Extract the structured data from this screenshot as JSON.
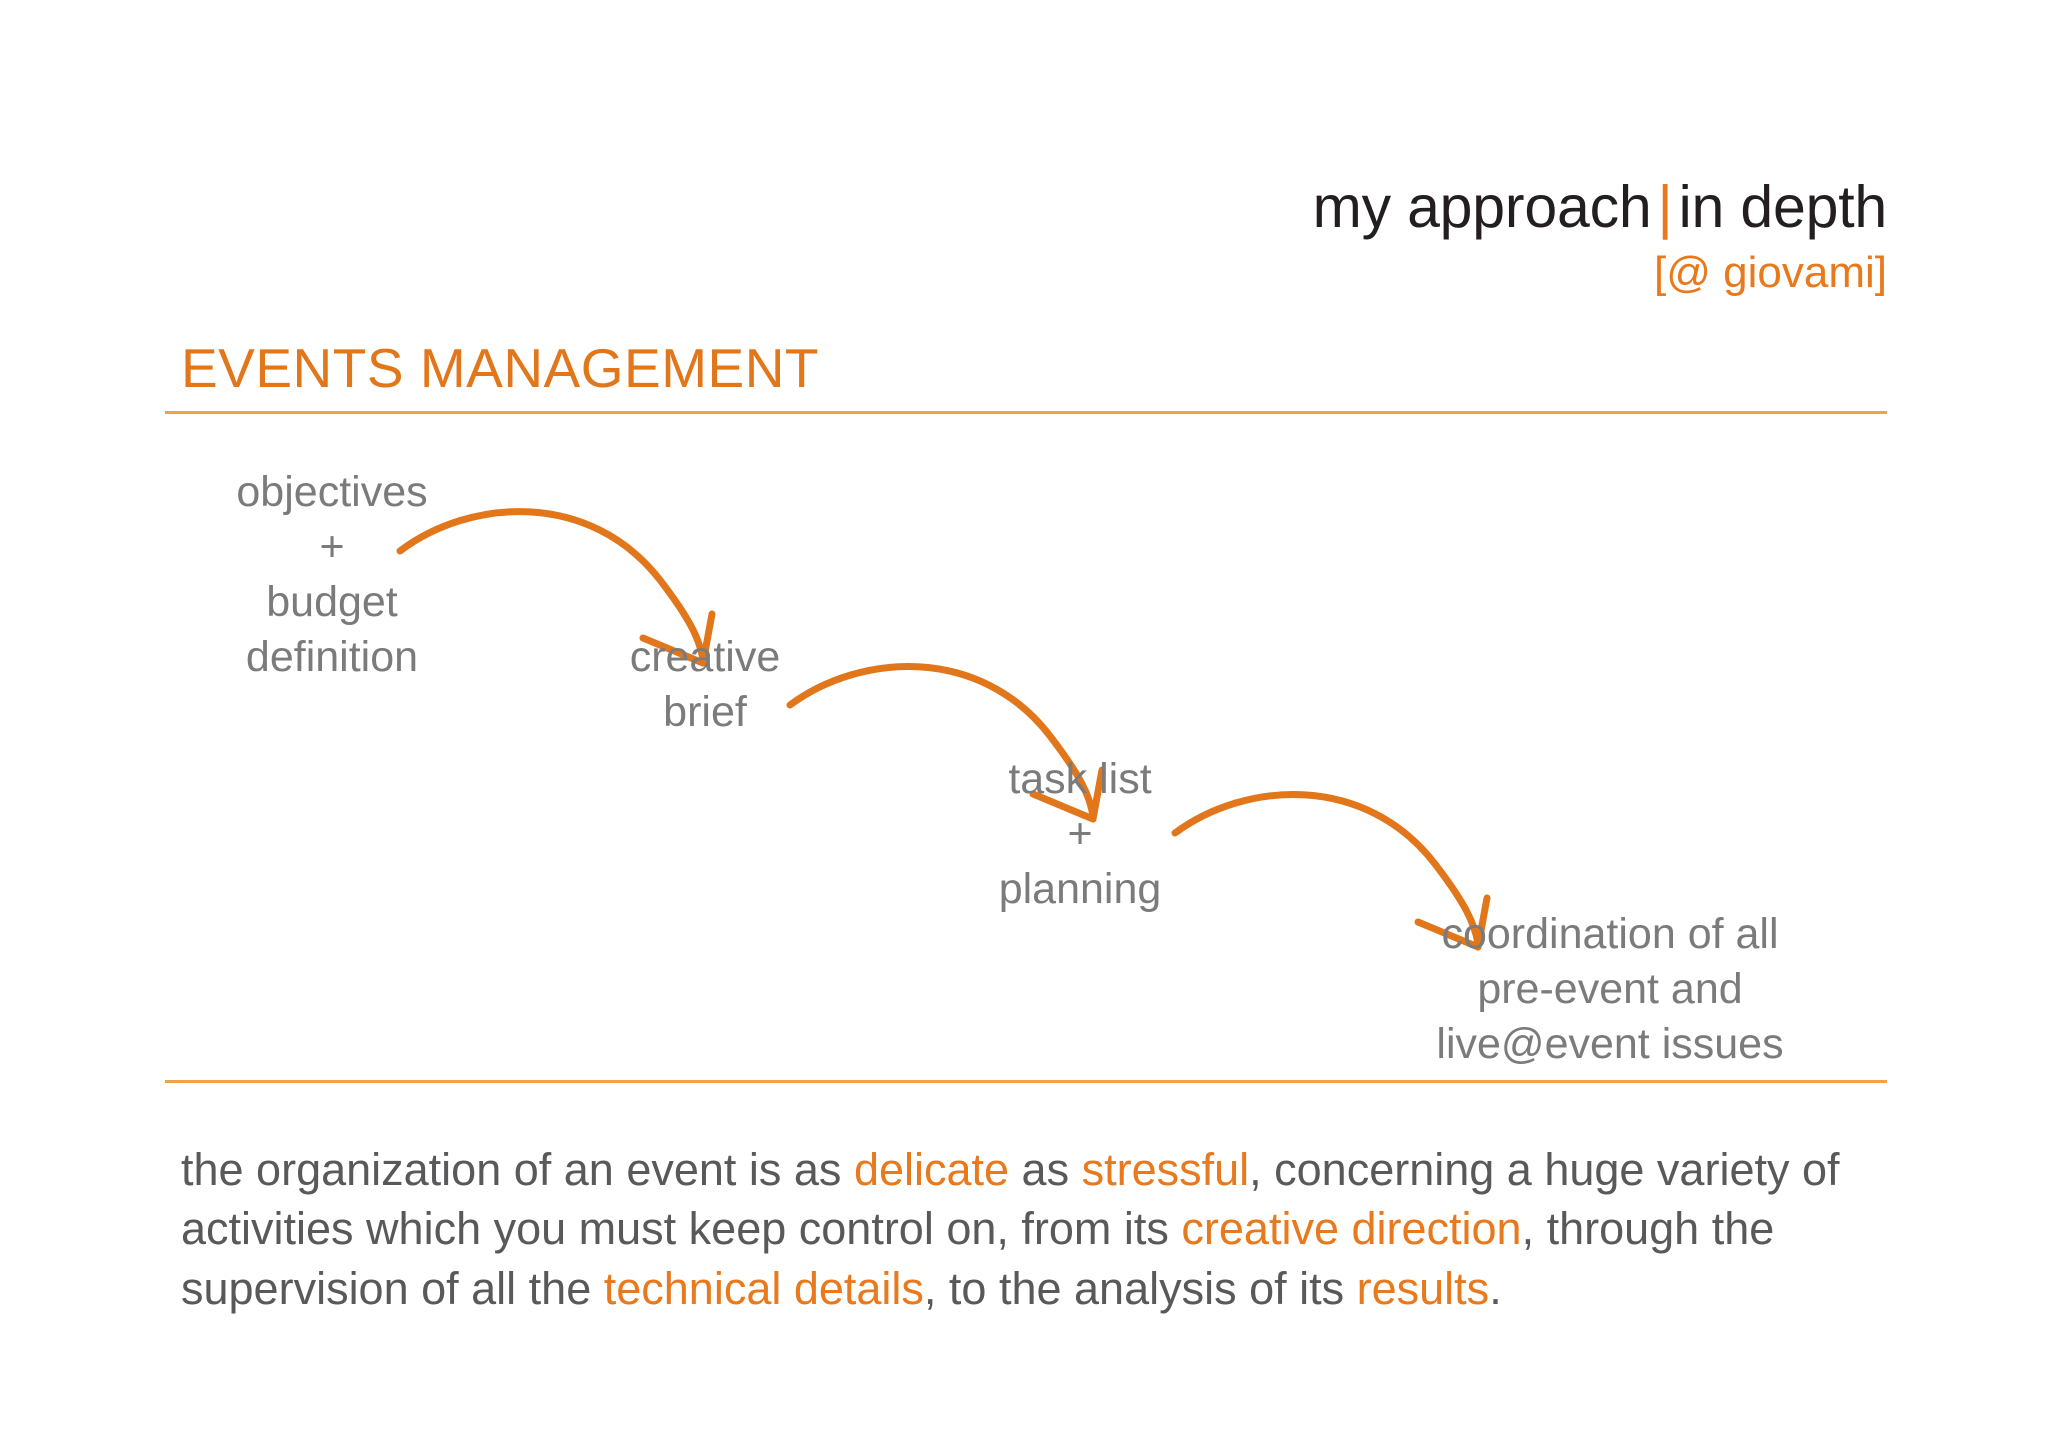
{
  "slide": {
    "background_color": "#ffffff",
    "accent_color": "#e8791c",
    "rule_color": "#efa24a",
    "body_text_color": "#59595b",
    "step_text_color": "#7b7b7b"
  },
  "header": {
    "title_main": "my approach",
    "separator": "|",
    "title_secondary": "in depth",
    "handle": "[@ giovami]"
  },
  "section": {
    "title": "EVENTS MANAGEMENT"
  },
  "flow": {
    "steps": [
      {
        "id": "objectives-budget",
        "label": "objectives\n+\nbudget\ndefinition"
      },
      {
        "id": "creative-brief",
        "label": "creative\nbrief"
      },
      {
        "id": "task-list-planning",
        "label": "task list\n+\nplanning"
      },
      {
        "id": "coordination",
        "label": "coordination of all\npre-event and\nlive@event issues"
      }
    ],
    "arrows": [
      {
        "id": "arrow-1",
        "from": "objectives-budget",
        "to": "creative-brief"
      },
      {
        "id": "arrow-2",
        "from": "creative-brief",
        "to": "task-list-planning"
      },
      {
        "id": "arrow-3",
        "from": "task-list-planning",
        "to": "coordination"
      }
    ]
  },
  "paragraph": {
    "line1_a": "the organization of an event is as ",
    "hl1": "delicate",
    "line1_b": " as ",
    "hl2": "stressful",
    "line1_c": ", concerning a huge variety of activities which you must keep control on, from its ",
    "hl3": "creative direction",
    "line2_a": ", through the supervision of all the ",
    "hl4": "technical details",
    "line2_b": ", to the analysis of its ",
    "hl5": "results",
    "line2_c": "."
  }
}
